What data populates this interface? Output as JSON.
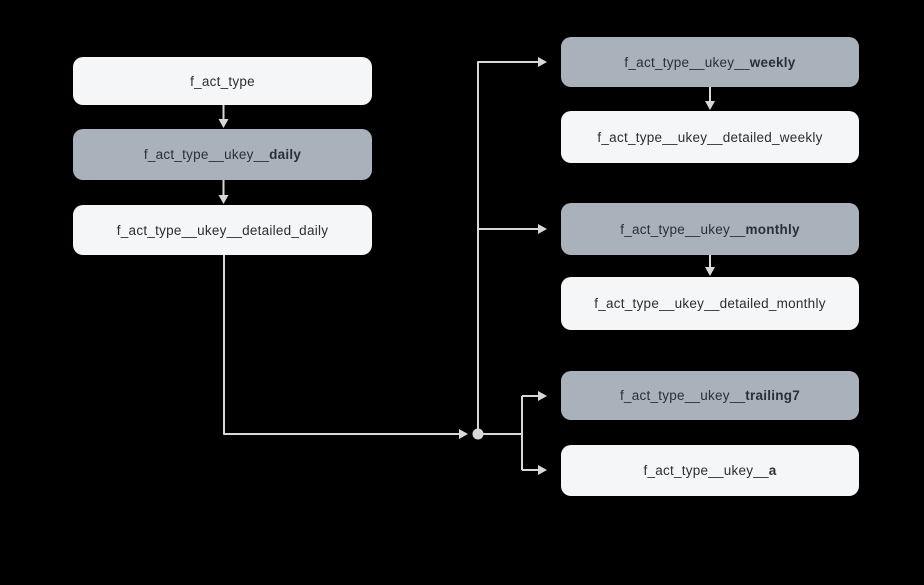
{
  "diagram": {
    "colors": {
      "background": "#000000",
      "node_light": "#f5f6f7",
      "node_dark": "#a9b1bb",
      "line": "#d6d8da",
      "text": "#2b2f34"
    },
    "nodes": [
      {
        "id": "f_act_type",
        "prefix": "f_act_type",
        "bold": "",
        "variant": "light"
      },
      {
        "id": "f_act_type__ukey__daily",
        "prefix": "f_act_type__ukey__",
        "bold": "daily",
        "variant": "dark"
      },
      {
        "id": "f_act_type__ukey__detailed_daily",
        "prefix": "f_act_type__ukey__detailed_daily",
        "bold": "",
        "variant": "light"
      },
      {
        "id": "f_act_type__ukey__weekly",
        "prefix": "f_act_type__ukey__",
        "bold": "weekly",
        "variant": "dark"
      },
      {
        "id": "f_act_type__ukey__detailed_weekly",
        "prefix": "f_act_type__ukey__detailed_weekly",
        "bold": "",
        "variant": "light"
      },
      {
        "id": "f_act_type__ukey__monthly",
        "prefix": "f_act_type__ukey__",
        "bold": "monthly",
        "variant": "dark"
      },
      {
        "id": "f_act_type__ukey__detailed_monthly",
        "prefix": "f_act_type__ukey__detailed_monthly",
        "bold": "",
        "variant": "light"
      },
      {
        "id": "f_act_type__ukey__trailing7",
        "prefix": "f_act_type__ukey__",
        "bold": "trailing7",
        "variant": "dark"
      },
      {
        "id": "f_act_type__ukey__a",
        "prefix": "f_act_type__ukey__",
        "bold": "a",
        "variant": "light"
      }
    ],
    "edges": [
      {
        "from": "f_act_type",
        "to": "f_act_type__ukey__daily"
      },
      {
        "from": "f_act_type__ukey__daily",
        "to": "f_act_type__ukey__detailed_daily"
      },
      {
        "from": "f_act_type__ukey__detailed_daily",
        "to": "f_act_type__ukey__weekly"
      },
      {
        "from": "f_act_type__ukey__weekly",
        "to": "f_act_type__ukey__detailed_weekly"
      },
      {
        "from": "f_act_type__ukey__detailed_daily",
        "to": "f_act_type__ukey__monthly"
      },
      {
        "from": "f_act_type__ukey__monthly",
        "to": "f_act_type__ukey__detailed_monthly"
      },
      {
        "from": "f_act_type__ukey__detailed_daily",
        "to": "f_act_type__ukey__trailing7"
      },
      {
        "from": "f_act_type__ukey__detailed_daily",
        "to": "f_act_type__ukey__a"
      }
    ]
  }
}
